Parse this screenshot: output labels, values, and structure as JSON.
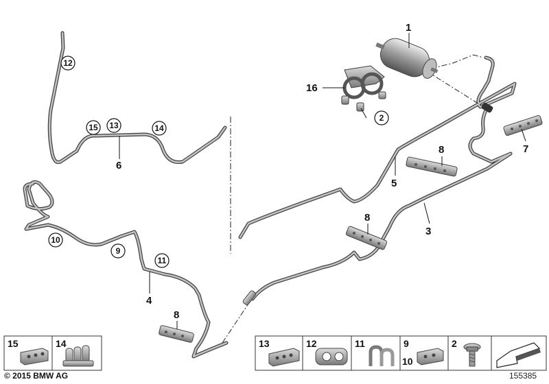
{
  "copyright": "© 2015 BMW AG",
  "diagram_number": "155385",
  "callouts": {
    "c1": "1",
    "c16": "16",
    "c2": "2",
    "c5": "5",
    "c7": "7",
    "c8a": "8",
    "c8b": "8",
    "c8c": "8",
    "c3": "3",
    "c6": "6",
    "c4": "4"
  },
  "circled_refs": {
    "r12": "12",
    "r15": "15",
    "r13": "13",
    "r14": "14",
    "r10": "10",
    "r9": "9",
    "r11": "11",
    "r2": "2"
  },
  "parts_legend": {
    "left_group": [
      "15",
      "14"
    ],
    "right_group": [
      "13",
      "12",
      "11",
      "9",
      "10",
      "2"
    ]
  }
}
